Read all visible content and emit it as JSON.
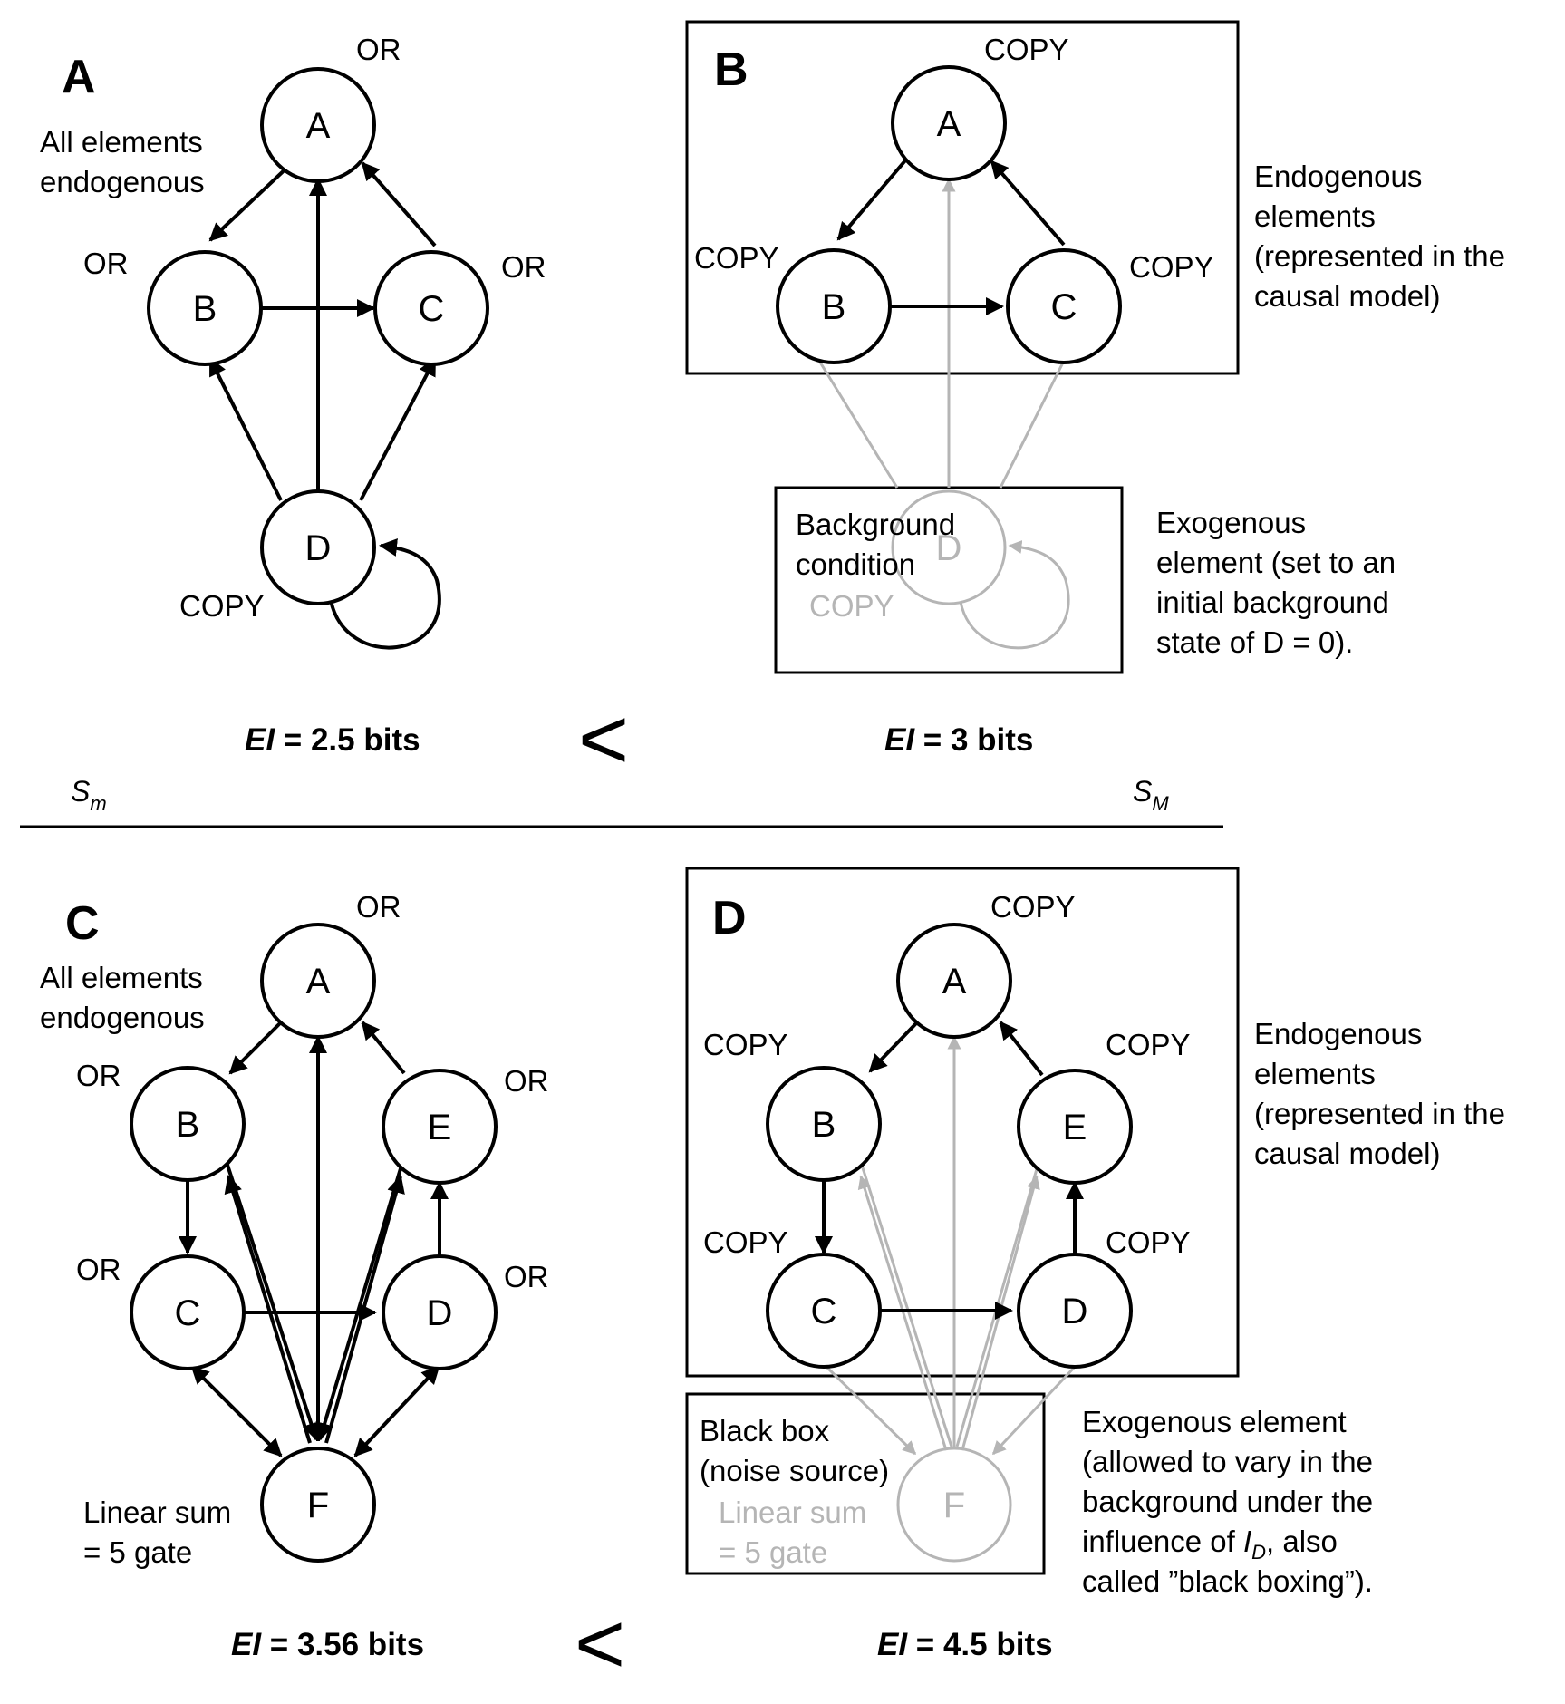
{
  "panels": {
    "A": {
      "letter": "A",
      "note": [
        "All elements",
        "endogenous"
      ],
      "nodes": {
        "A": "A",
        "B": "B",
        "C": "C",
        "D": "D"
      },
      "gates": {
        "A": "OR",
        "B": "OR",
        "C": "OR",
        "D": "COPY"
      },
      "ei_prefix": "EI",
      "ei_value": " = 2.5 bits"
    },
    "B": {
      "letter": "B",
      "nodes": {
        "A": "A",
        "B": "B",
        "C": "C",
        "D": "D"
      },
      "gates": {
        "A": "COPY",
        "B": "COPY",
        "C": "COPY",
        "D": "COPY"
      },
      "inner_box_text": [
        "Background",
        "condition"
      ],
      "endogenous_note": [
        "Endogenous",
        "elements",
        "(represented in the",
        "causal model)"
      ],
      "exogenous_note": [
        "Exogenous",
        "element (set to an",
        "initial background",
        "state of D = 0)."
      ],
      "ei_prefix": "EI",
      "ei_value": " = 3 bits"
    },
    "C": {
      "letter": "C",
      "note": [
        "All elements",
        "endogenous"
      ],
      "nodes": {
        "A": "A",
        "B": "B",
        "C": "C",
        "D": "D",
        "E": "E",
        "F": "F"
      },
      "gates": {
        "A": "OR",
        "B": "OR",
        "C": "OR",
        "D": "OR",
        "E": "OR"
      },
      "f_gate": [
        "Linear sum",
        "= 5 gate"
      ],
      "ei_prefix": "EI",
      "ei_value": " = 3.56 bits"
    },
    "D": {
      "letter": "D",
      "nodes": {
        "A": "A",
        "B": "B",
        "C": "C",
        "D": "D",
        "E": "E",
        "F": "F"
      },
      "gates": {
        "A": "COPY",
        "B": "COPY",
        "C": "COPY",
        "D": "COPY",
        "E": "COPY"
      },
      "f_gate": [
        "Linear sum",
        "= 5 gate"
      ],
      "inner_box_text": [
        "Black box",
        "(noise source)"
      ],
      "endogenous_note": [
        "Endogenous",
        "elements",
        "(represented in the",
        "causal model)"
      ],
      "exogenous_note": [
        "Exogenous element",
        "(allowed to vary in the",
        "background under the",
        "influence of ",
        "also",
        "called ”black boxing”)."
      ],
      "id_symbol": "I",
      "id_sub": "D",
      "ei_prefix": "EI",
      "ei_value": " = 4.5 bits"
    }
  },
  "comparison": {
    "top": "<",
    "bottom": "<"
  },
  "scale": {
    "left_s": "S",
    "left_sub": "m",
    "right_s": "S",
    "right_sub": "M"
  },
  "colors": {
    "stroke": "#000000",
    "faded": "#b5b5b5"
  }
}
